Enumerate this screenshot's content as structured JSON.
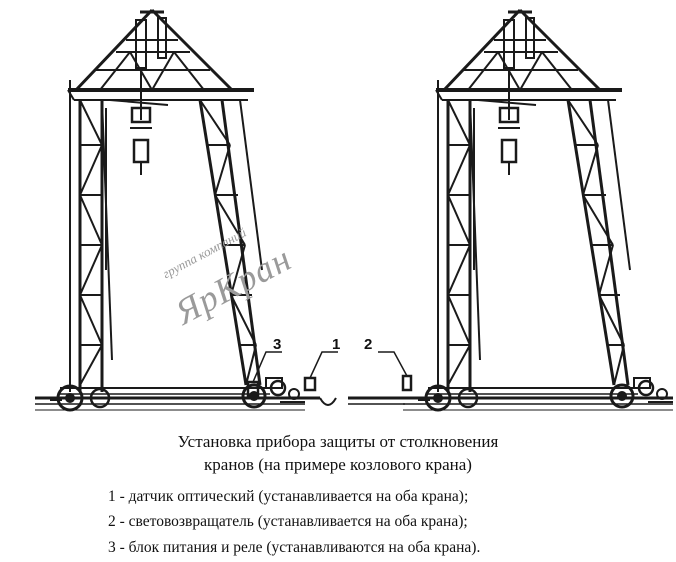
{
  "watermark": {
    "line1": "группа компаний",
    "line2": "ЯрКран"
  },
  "callouts": [
    "3",
    "1",
    "2"
  ],
  "caption": {
    "line1": "Установка прибора защиты от столкновения",
    "line2": "кранов (на примере козлового крана)"
  },
  "legend": [
    "1 - датчик оптический (устанавливается на оба крана);",
    "2 - световозвращатель (устанавливается на оба крана);",
    "3 -  блок питания и реле (устанавливаются на оба крана)."
  ]
}
